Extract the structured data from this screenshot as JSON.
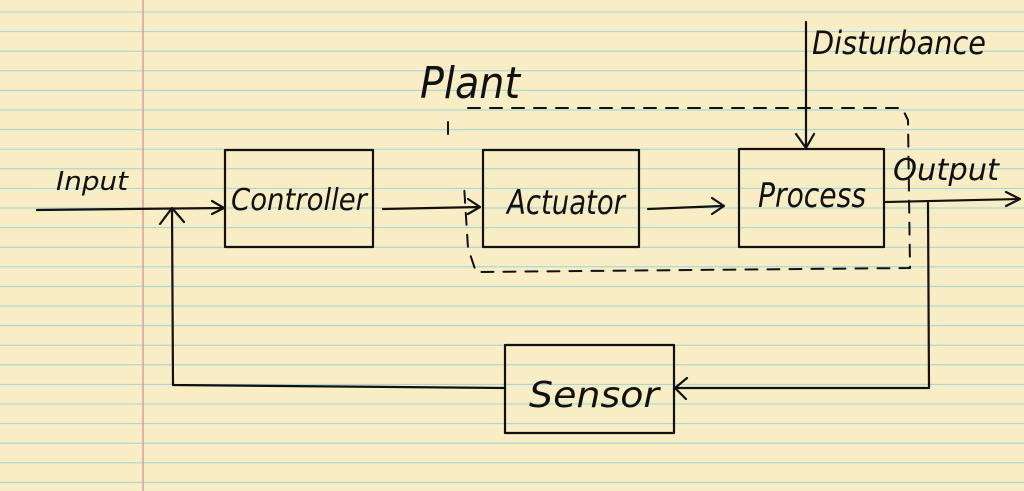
{
  "diagram": {
    "labels": {
      "input": "Input",
      "output": "Output",
      "plant": "Plant",
      "disturbance": "Disturbance"
    },
    "blocks": {
      "controller": "Controller",
      "actuator": "Actuator",
      "process": "Process",
      "sensor": "Sensor"
    }
  },
  "colors": {
    "paper": "#f8edc4",
    "ruled_line": "#9fd3d8",
    "margin_line": "#e4999d",
    "ink": "#111111"
  }
}
